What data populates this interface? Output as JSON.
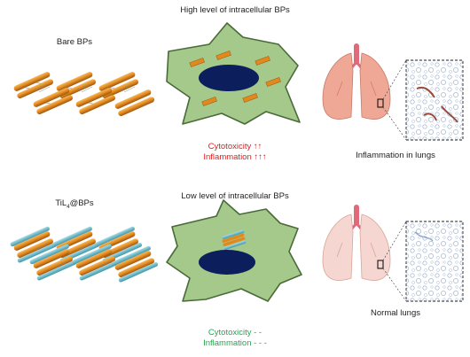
{
  "top": {
    "heading": "High level of intracellular BPs",
    "material_label": "Bare BPs",
    "cytotoxicity": "Cytotoxicity ↑↑",
    "inflammation": "Inflammation ↑↑↑",
    "lung_caption": "Inflammation in lungs"
  },
  "bottom": {
    "heading": "Low level of intracellular BPs",
    "material_label_main": "TiL",
    "material_label_sub": "4",
    "material_label_tail": "@BPs",
    "cytotoxicity": "Cytotoxicity - -",
    "inflammation": "Inflammation - - -",
    "lung_caption": "Normal lungs"
  },
  "colors": {
    "bp_orange": "#e2891e",
    "bp_dark": "#9a5512",
    "coating_teal": "#5fb7c9",
    "cell_green": "#a4c98a",
    "cell_stroke": "#4a6a3a",
    "nucleus": "#0d1e5c",
    "lung_inflamed": "#f0a896",
    "lung_normal": "#f6d6d0",
    "trachea": "#e06a7a",
    "up_red": "#e41a1c",
    "flat_green": "#1fa84c"
  }
}
